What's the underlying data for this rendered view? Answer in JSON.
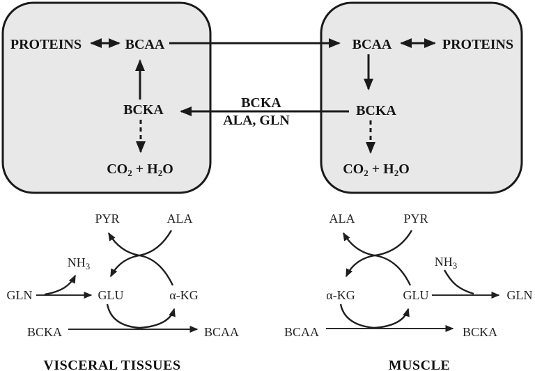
{
  "colors": {
    "background": "#ffffff",
    "box_fill": "#e8e8e8",
    "box_border": "#1a1a1a",
    "line": "#1a1a1a",
    "text": "#151515"
  },
  "visceral_box": {
    "proteins": "PROTEINS",
    "bcaa": "BCAA",
    "bcka": "BCKA",
    "co2h2o": [
      "CO",
      "2",
      " + H",
      "2",
      "O"
    ]
  },
  "muscle_box": {
    "bcaa": "BCAA",
    "proteins": "PROTEINS",
    "bcka": "BCKA",
    "co2h2o": [
      "CO",
      "2",
      " + H",
      "2",
      "O"
    ]
  },
  "interorgan_flux": {
    "bcka_label": "BCKA",
    "ala_gln_label": "ALA, GLN"
  },
  "visceral_cycle": {
    "pyr": "PYR",
    "ala": "ALA",
    "nh3": [
      "NH",
      "3"
    ],
    "gln": "GLN",
    "glu": "GLU",
    "akg": "α-KG",
    "bcka": "BCKA",
    "bcaa": "BCAA",
    "caption": "VISCERAL TISSUES"
  },
  "muscle_cycle": {
    "ala": "ALA",
    "pyr": "PYR",
    "nh3": [
      "NH",
      "3"
    ],
    "akg": "α-KG",
    "glu": "GLU",
    "gln": "GLN",
    "bcaa": "BCAA",
    "bcka": "BCKA",
    "caption": "MUSCLE"
  }
}
